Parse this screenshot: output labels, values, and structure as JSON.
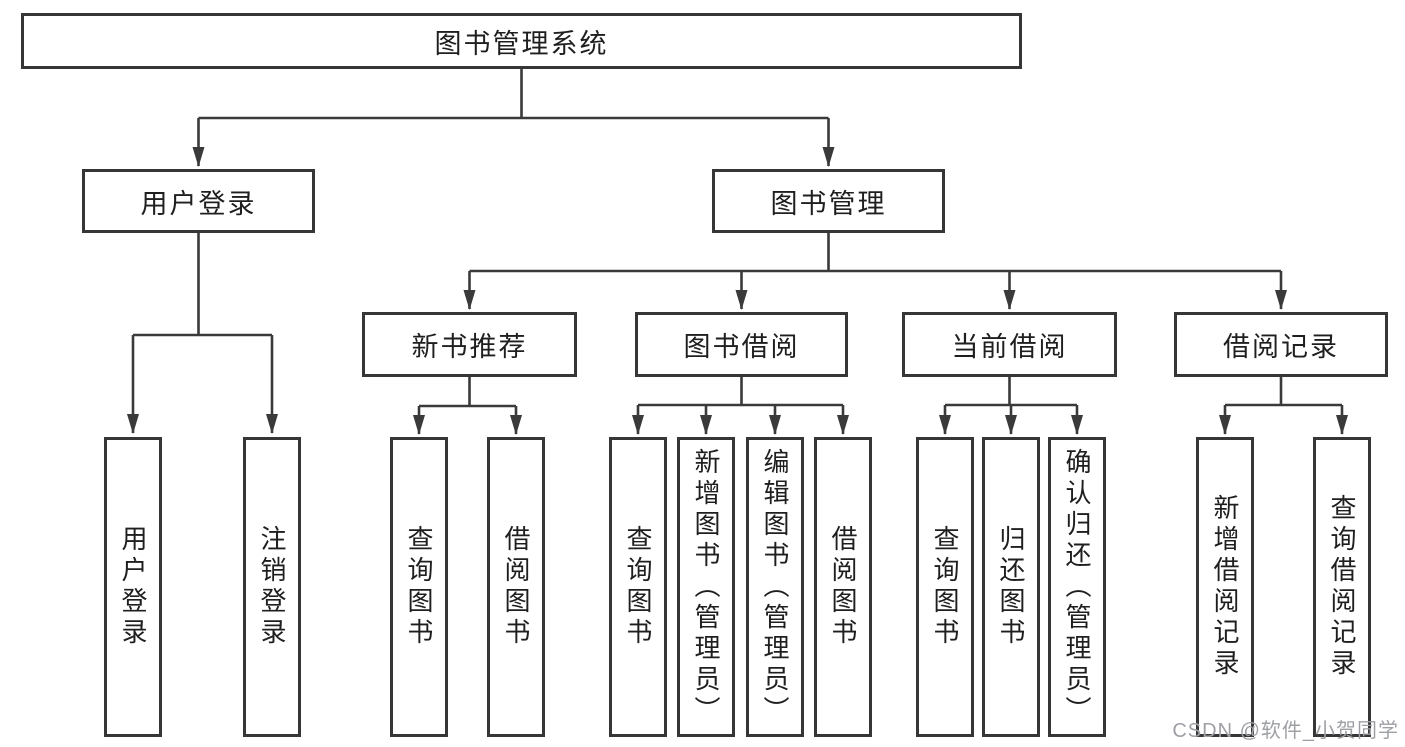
{
  "colors": {
    "line": "#3a3a3a",
    "box_border": "#363636",
    "text": "#1f1f1f",
    "watermark": "#9ea0a5",
    "background": "#ffffff"
  },
  "tree": {
    "root": {
      "label": "图书管理系统"
    },
    "children": [
      {
        "label": "用户登录",
        "children": [
          {
            "label": "用户登录"
          },
          {
            "label": "注销登录"
          }
        ]
      },
      {
        "label": "图书管理",
        "children": [
          {
            "label": "新书推荐",
            "children": [
              {
                "label": "查询图书"
              },
              {
                "label": "借阅图书"
              }
            ]
          },
          {
            "label": "图书借阅",
            "children": [
              {
                "label": "查询图书"
              },
              {
                "label": "新增图书（管理员）"
              },
              {
                "label": "编辑图书（管理员）"
              },
              {
                "label": "借阅图书"
              }
            ]
          },
          {
            "label": "当前借阅",
            "children": [
              {
                "label": "查询图书"
              },
              {
                "label": "归还图书"
              },
              {
                "label": "确认归还（管理员）"
              }
            ]
          },
          {
            "label": "借阅记录",
            "children": [
              {
                "label": "新增借阅记录"
              },
              {
                "label": "查询借阅记录"
              }
            ]
          }
        ]
      }
    ]
  },
  "watermark": {
    "text": "CSDN @软件_小贺同学"
  }
}
